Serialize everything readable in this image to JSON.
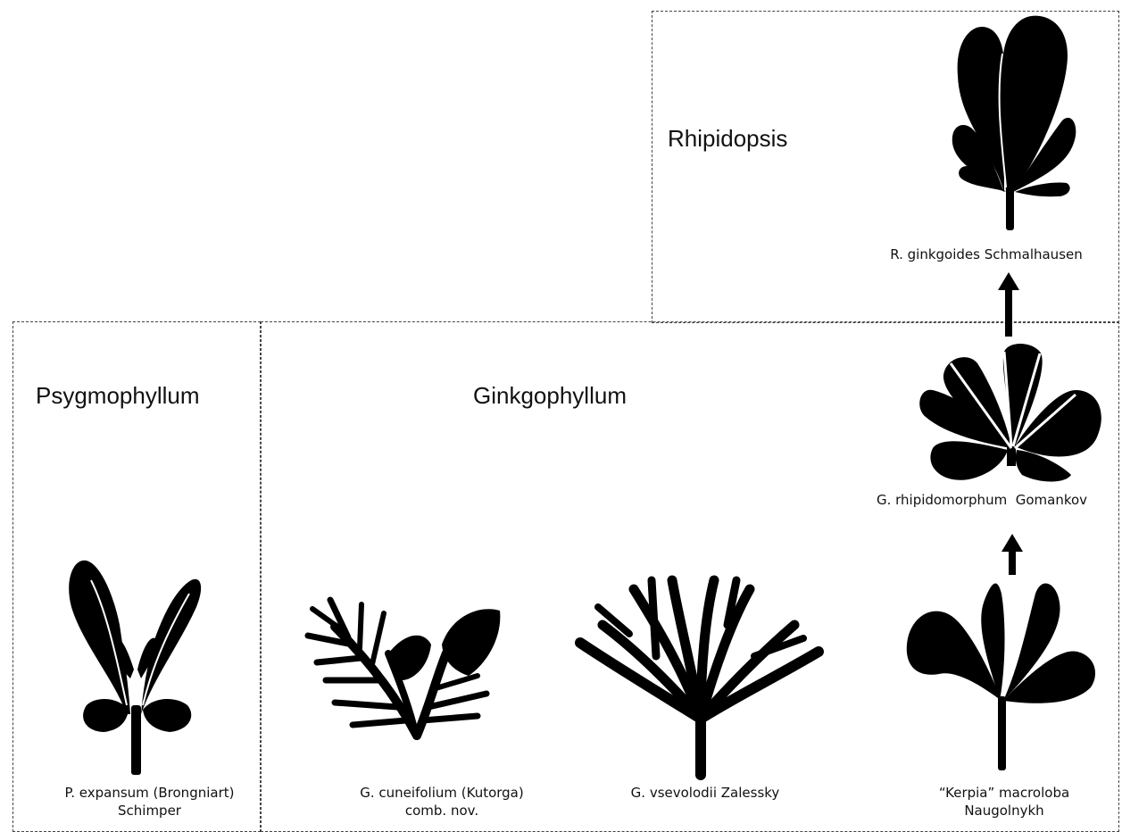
{
  "genera": {
    "rhipidopsis": "Rhipidopsis",
    "psygmophyllum": "Psygmophyllum",
    "ginkgophyllum": "Ginkgophyllum"
  },
  "species": {
    "r_ginkgoides": {
      "line1": "R. ginkgoides Schmalhausen",
      "line2": ""
    },
    "g_rhipidomorphum": {
      "line1": "G. rhipidomorphum  Gomankov",
      "line2": ""
    },
    "p_expansum": {
      "line1": "P. expansum (Brongniart)",
      "line2": "Schimper"
    },
    "g_cuneifolium": {
      "line1": "G. cuneifolium (Kutorga)",
      "line2": "comb. nov."
    },
    "g_vsevolodii": {
      "line1": "G. vsevolodii Zalessky",
      "line2": ""
    },
    "kerpia_macroloba": {
      "line1": "“Kerpia” macroloba",
      "line2": "Naugolnykh"
    }
  },
  "colors": {
    "silhouette": "#000000",
    "border": "#444444",
    "background": "#ffffff"
  }
}
